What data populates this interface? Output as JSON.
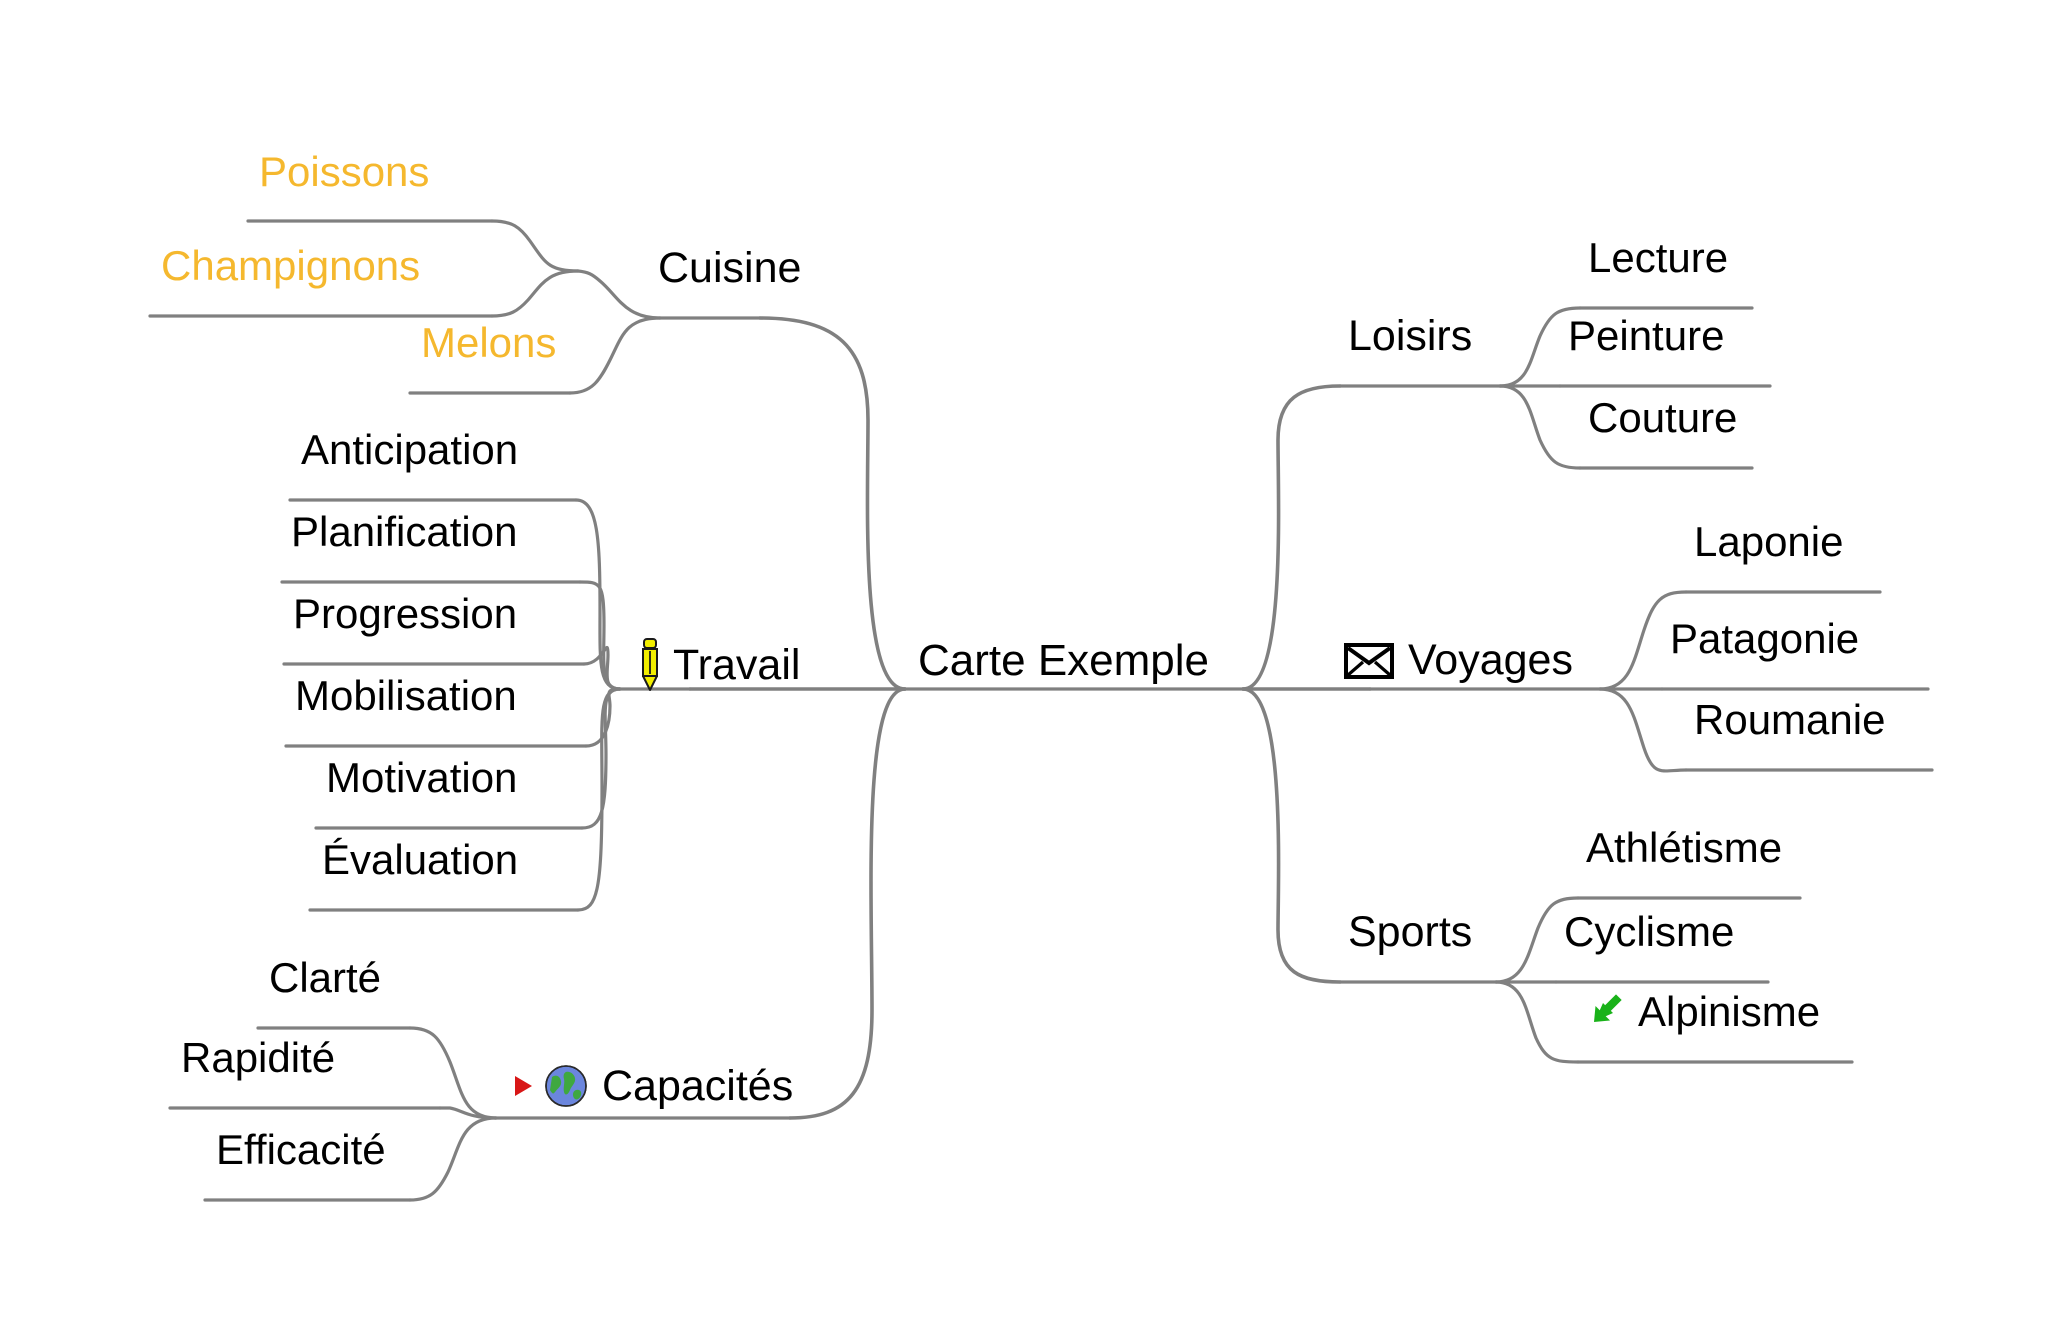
{
  "map": {
    "title": "Carte Exemple",
    "type": "mind-map",
    "background_color": "#ffffff",
    "branch_line_color": "#808080",
    "default_text_color": "#000000",
    "accent_text_color": "#f5b82e"
  },
  "root": {
    "label": "Carte Exemple"
  },
  "branches": {
    "left": [
      {
        "label": "Cuisine",
        "icon": null,
        "children": [
          {
            "label": "Poissons",
            "color": "#f5b82e",
            "icon": null
          },
          {
            "label": "Champignons",
            "color": "#f5b82e",
            "icon": null
          },
          {
            "label": "Melons",
            "color": "#f5b82e",
            "icon": null
          }
        ]
      },
      {
        "label": "Travail",
        "icon": "pencil-icon",
        "children": [
          {
            "label": "Anticipation",
            "color": "#000000",
            "icon": null
          },
          {
            "label": "Planification",
            "color": "#000000",
            "icon": null
          },
          {
            "label": "Progression",
            "color": "#000000",
            "icon": null
          },
          {
            "label": "Mobilisation",
            "color": "#000000",
            "icon": null
          },
          {
            "label": "Motivation",
            "color": "#000000",
            "icon": null
          },
          {
            "label": "Évaluation",
            "color": "#000000",
            "icon": null
          }
        ]
      },
      {
        "label": "Capacités",
        "icon": "globe-icon",
        "icon2": "red-triangle-icon",
        "children": [
          {
            "label": "Clarté",
            "color": "#000000",
            "icon": null
          },
          {
            "label": "Rapidité",
            "color": "#000000",
            "icon": null
          },
          {
            "label": "Efficacité",
            "color": "#000000",
            "icon": null
          }
        ]
      }
    ],
    "right": [
      {
        "label": "Loisirs",
        "icon": null,
        "children": [
          {
            "label": "Lecture",
            "color": "#000000",
            "icon": null
          },
          {
            "label": "Peinture",
            "color": "#000000",
            "icon": null
          },
          {
            "label": "Couture",
            "color": "#000000",
            "icon": null
          }
        ]
      },
      {
        "label": "Voyages",
        "icon": "envelope-icon",
        "children": [
          {
            "label": "Laponie",
            "color": "#000000",
            "icon": null
          },
          {
            "label": "Patagonie",
            "color": "#000000",
            "icon": null
          },
          {
            "label": "Roumanie",
            "color": "#000000",
            "icon": null
          }
        ]
      },
      {
        "label": "Sports",
        "icon": null,
        "children": [
          {
            "label": "Athlétisme",
            "color": "#000000",
            "icon": null
          },
          {
            "label": "Cyclisme",
            "color": "#000000",
            "icon": null
          },
          {
            "label": "Alpinisme",
            "color": "#000000",
            "icon": "green-arrow-down-left-icon"
          }
        ]
      }
    ]
  },
  "nodes": {
    "root": "Carte Exemple",
    "cuisine": "Cuisine",
    "poissons": "Poissons",
    "champignons": "Champignons",
    "melons": "Melons",
    "travail": "Travail",
    "anticipation": "Anticipation",
    "planification": "Planification",
    "progression": "Progression",
    "mobilisation": "Mobilisation",
    "motivation": "Motivation",
    "evaluation": "Évaluation",
    "capacites": "Capacités",
    "clarte": "Clarté",
    "rapidite": "Rapidité",
    "efficacite": "Efficacité",
    "loisirs": "Loisirs",
    "lecture": "Lecture",
    "peinture": "Peinture",
    "couture": "Couture",
    "voyages": "Voyages",
    "laponie": "Laponie",
    "patagonie": "Patagonie",
    "roumanie": "Roumanie",
    "sports": "Sports",
    "athletisme": "Athlétisme",
    "cyclisme": "Cyclisme",
    "alpinisme": "Alpinisme"
  }
}
